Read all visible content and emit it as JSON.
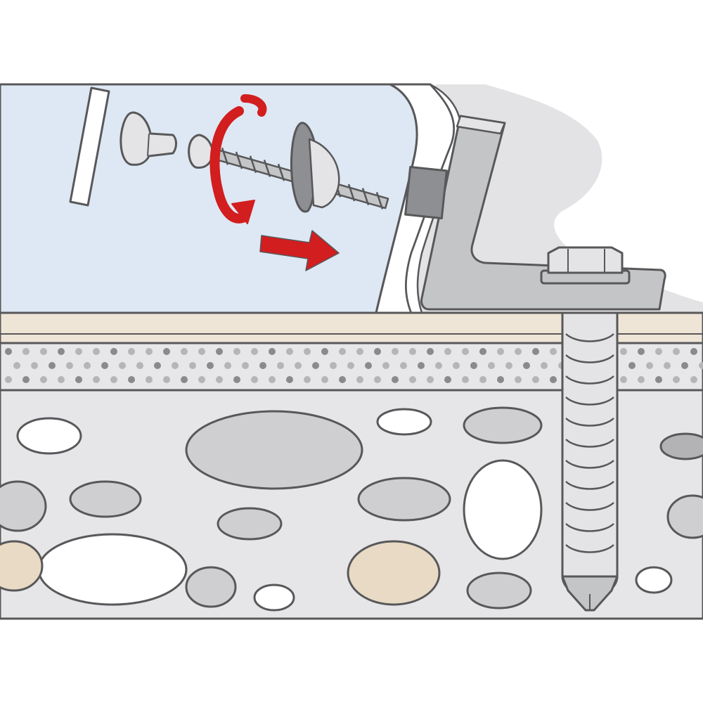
{
  "colors": {
    "background": "#ffffff",
    "basin_fill": "#dde8f4",
    "outline": "#58585a",
    "metal": "#c4c5c7",
    "metal_light": "#e4e4e6",
    "metal_dark": "#8e8f92",
    "tile": "#efe5d6",
    "screed": "#e7e7e9",
    "screed_dots": "#8a8a8c",
    "concrete": "#e6e6e8",
    "stone_grey": "#cfcfd1",
    "stone_white": "#ffffff",
    "stone_beige": "#e8dac4",
    "wall_shadow": "#e3e3e5",
    "arrow_red": "#d21e1e"
  },
  "components": [
    {
      "name": "washer-strip",
      "icon": "strip-icon"
    },
    {
      "name": "cover-cap",
      "icon": "cap-icon"
    },
    {
      "name": "wood-screw",
      "icon": "screw-icon"
    },
    {
      "name": "sealing-washer",
      "icon": "washer-icon"
    },
    {
      "name": "angle-bracket",
      "icon": "bracket-icon"
    },
    {
      "name": "hex-bolt",
      "icon": "bolt-icon"
    },
    {
      "name": "wall-plug",
      "icon": "plug-icon"
    }
  ],
  "indicators": {
    "rotation": "rotation-arrow-icon",
    "direction": "direction-arrow-icon"
  }
}
